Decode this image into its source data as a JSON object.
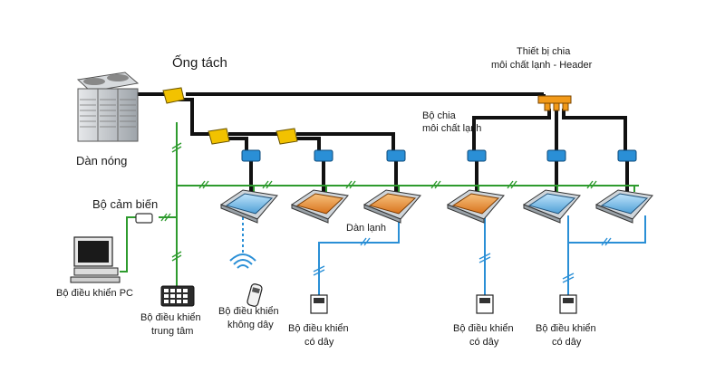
{
  "labels": {
    "ong_tach": "Ống tách",
    "dan_nong": "Dàn nóng",
    "bo_cam_bien": "Bộ cảm biến",
    "bo_dieu_khien_pc": "Bộ điều khiển PC",
    "bo_dieu_khien_trung_tam_1": "Bộ điều khiển",
    "bo_dieu_khien_trung_tam_2": "trung tâm",
    "khong_day_1": "Bộ điều khiển",
    "khong_day_2": "không dây",
    "co_day_a_1": "Bộ điều khiển",
    "co_day_a_2": "có dây",
    "co_day_b_1": "Bộ điều khiển",
    "co_day_b_2": "có dây",
    "co_day_c_1": "Bộ điều khiển",
    "co_day_c_2": "có dây",
    "dan_lanh": "Dàn lạnh",
    "bo_chia_1": "Bộ chia",
    "bo_chia_2": "môi chất lạnh",
    "header_1": "Thiết bị chia",
    "header_2": "môi chất lạnh - Header"
  },
  "colors": {
    "refrigerant_pipe": "#111111",
    "control_wire": "#2e9b2e",
    "signal_wire": "#2a8fd6",
    "branch_pipe": "#f2c200",
    "header": "#f29a1a",
    "unit_blue": "#6fb8e6",
    "unit_orange": "#e8862a",
    "valve_box": "#2a8fd6"
  }
}
